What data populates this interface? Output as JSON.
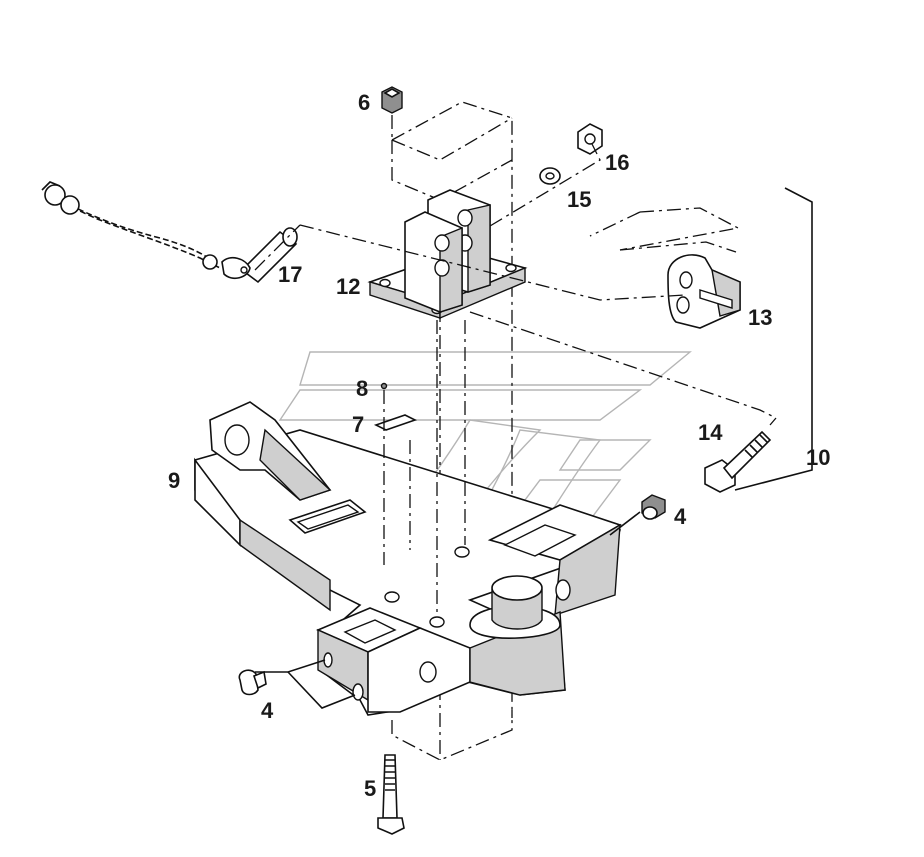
{
  "labels": {
    "p4a": "4",
    "p4b": "4",
    "p5": "5",
    "p6": "6",
    "p7": "7",
    "p8": "8",
    "p9": "9",
    "p10": "10",
    "p12": "12",
    "p13": "13",
    "p14": "14",
    "p15": "15",
    "p16": "16",
    "p17": "17"
  }
}
